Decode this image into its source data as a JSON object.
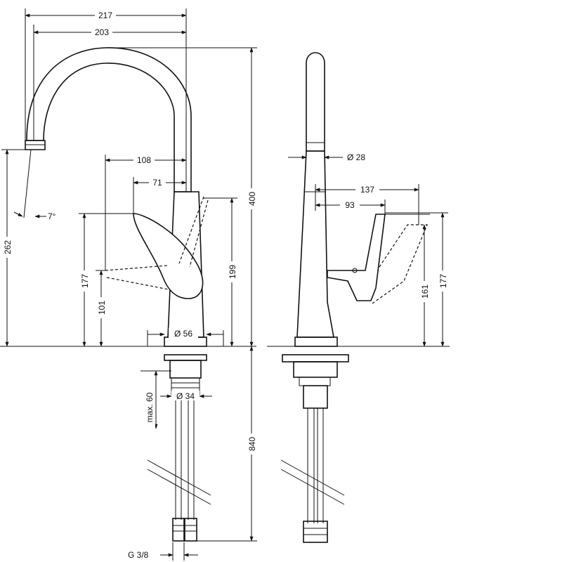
{
  "front_view": {
    "dims": {
      "d217": "217",
      "d203": "203",
      "d108": "108",
      "d71": "71",
      "angle": "7°",
      "d262": "262",
      "d177": "177",
      "d101": "101",
      "d199": "199",
      "d400": "400",
      "d56": "Ø 56",
      "d60": "max. 60",
      "d34": "Ø 34",
      "d840": "840",
      "thread": "G 3/8"
    }
  },
  "side_view": {
    "dims": {
      "d28": "Ø 28",
      "d137": "137",
      "d93": "93",
      "d161": "161",
      "d177": "177"
    }
  },
  "colors": {
    "line": "#111111",
    "background": "#ffffff"
  }
}
